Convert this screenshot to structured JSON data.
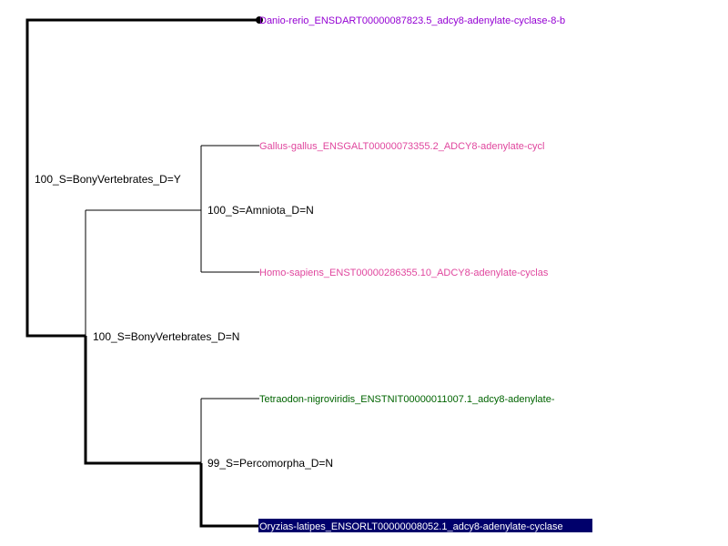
{
  "tree": {
    "internal_nodes": [
      {
        "id": "root",
        "label": "100_S=BonyVertebrates_D=Y"
      },
      {
        "id": "n_bony2",
        "label": "100_S=BonyVertebrates_D=N"
      },
      {
        "id": "n_amniota",
        "label": "100_S=Amniota_D=N"
      },
      {
        "id": "n_percomorpha",
        "label": "99_S=Percomorpha_D=N"
      }
    ],
    "leaves": [
      {
        "id": "danio",
        "label": "Danio-rerio_ENSDART00000087823.5_adcy8-adenylate-cyclase-8-b",
        "color": "#9400d3",
        "selected": false
      },
      {
        "id": "gallus",
        "label": "Gallus-gallus_ENSGALT00000073355.2_ADCY8-adenylate-cycl",
        "color": "#e0479e",
        "selected": false
      },
      {
        "id": "homo",
        "label": "Homo-sapiens_ENST00000286355.10_ADCY8-adenylate-cyclas",
        "color": "#e0479e",
        "selected": false
      },
      {
        "id": "tetraodon",
        "label": "Tetraodon-nigroviridis_ENSTNIT00000011007.1_adcy8-adenylate-",
        "color": "#006400",
        "selected": false
      },
      {
        "id": "oryzias",
        "label": "Oryzias-latipes_ENSORLT00000008052.1_adcy8-adenylate-cyclase",
        "color": "#ffffff",
        "selected": true,
        "highlight": "#00006b"
      }
    ]
  }
}
